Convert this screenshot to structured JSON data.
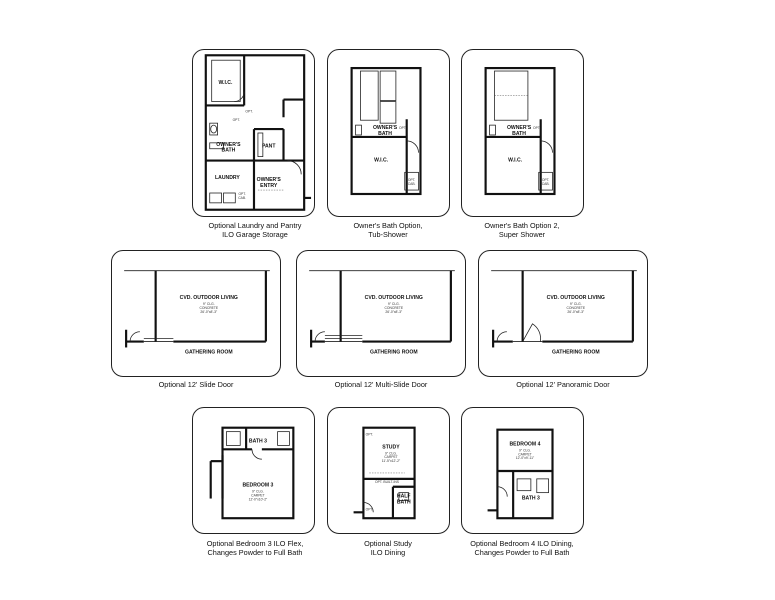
{
  "options": [
    {
      "caption": [
        "Optional Laundry and Pantry",
        "ILO Garage Storage"
      ],
      "rooms": {
        "wic": "W.I.C.",
        "owners_bath": [
          "OWNER'S",
          "BATH"
        ],
        "pant": "PANT",
        "laundry": "LAUNDRY",
        "owners_entry": [
          "OWNER'S",
          "ENTRY"
        ],
        "opt1": "OPT.",
        "opt2": "OPT.",
        "opt_cab": [
          "OPT.",
          "CAB."
        ]
      }
    },
    {
      "caption": [
        "Owner's Bath Option,",
        "Tub-Shower"
      ],
      "rooms": {
        "owners_bath": [
          "OWNER'S",
          "BATH"
        ],
        "opt": "OPT.",
        "wic": "W.I.C.",
        "opt_cab": [
          "OPT.",
          "CAB."
        ]
      }
    },
    {
      "caption": [
        "Owner's Bath Option 2,",
        "Super Shower"
      ],
      "rooms": {
        "owners_bath": [
          "OWNER'S",
          "BATH"
        ],
        "opt": "OPT.",
        "wic": "W.I.C.",
        "opt_cab": [
          "OPT.",
          "CAB."
        ]
      }
    },
    {
      "caption": [
        "Optional 12' Slide Door"
      ],
      "rooms": {
        "cvd": "CVD. OUTDOOR LIVING",
        "cvd_sub": [
          "9'' CLG.",
          "CONCRETE",
          "26'-0\"x8'-3\""
        ],
        "gathering": "GATHERING ROOM"
      }
    },
    {
      "caption": [
        "Optional 12' Multi-Slide Door"
      ],
      "rooms": {
        "cvd": "CVD. OUTDOOR LIVING",
        "cvd_sub": [
          "9'' CLG.",
          "CONCRETE",
          "26'-0\"x8'-3\""
        ],
        "gathering": "GATHERING ROOM"
      }
    },
    {
      "caption": [
        "Optional 12' Panoramic Door"
      ],
      "rooms": {
        "cvd": "CVD. OUTDOOR LIVING",
        "cvd_sub": [
          "9'' CLG.",
          "CONCRETE",
          "26'-0\"x8'-3\""
        ],
        "gathering": "GATHERING ROOM"
      }
    },
    {
      "caption": [
        "Optional Bedroom 3 ILO Flex,",
        "Changes Powder to Full Bath"
      ],
      "rooms": {
        "bath": "BATH 3",
        "bedroom": "BEDROOM 3",
        "bed_sub": [
          "9'' CLG.",
          "CARPET",
          "12'-0\"x10'-2\""
        ]
      }
    },
    {
      "caption": [
        "Optional Study",
        "ILO Dining"
      ],
      "rooms": {
        "study": "STUDY",
        "study_sub": [
          "9'' CLG.",
          "CARPET",
          "11'-5\"x12'-2\""
        ],
        "opt": "OPT.",
        "opt_builtins": "OPT. BUILT-INS",
        "half_bath": [
          "HALF",
          "BATH"
        ],
        "opt2": "OPT."
      }
    },
    {
      "caption": [
        "Optional Bedroom 4 ILO Dining,",
        "Changes Powder to Full Bath"
      ],
      "rooms": {
        "bedroom": "BEDROOM 4",
        "bed_sub": [
          "9'' CLG.",
          "CARPET",
          "12'-0\"x9'-11\""
        ],
        "bath": "BATH 3"
      }
    }
  ]
}
